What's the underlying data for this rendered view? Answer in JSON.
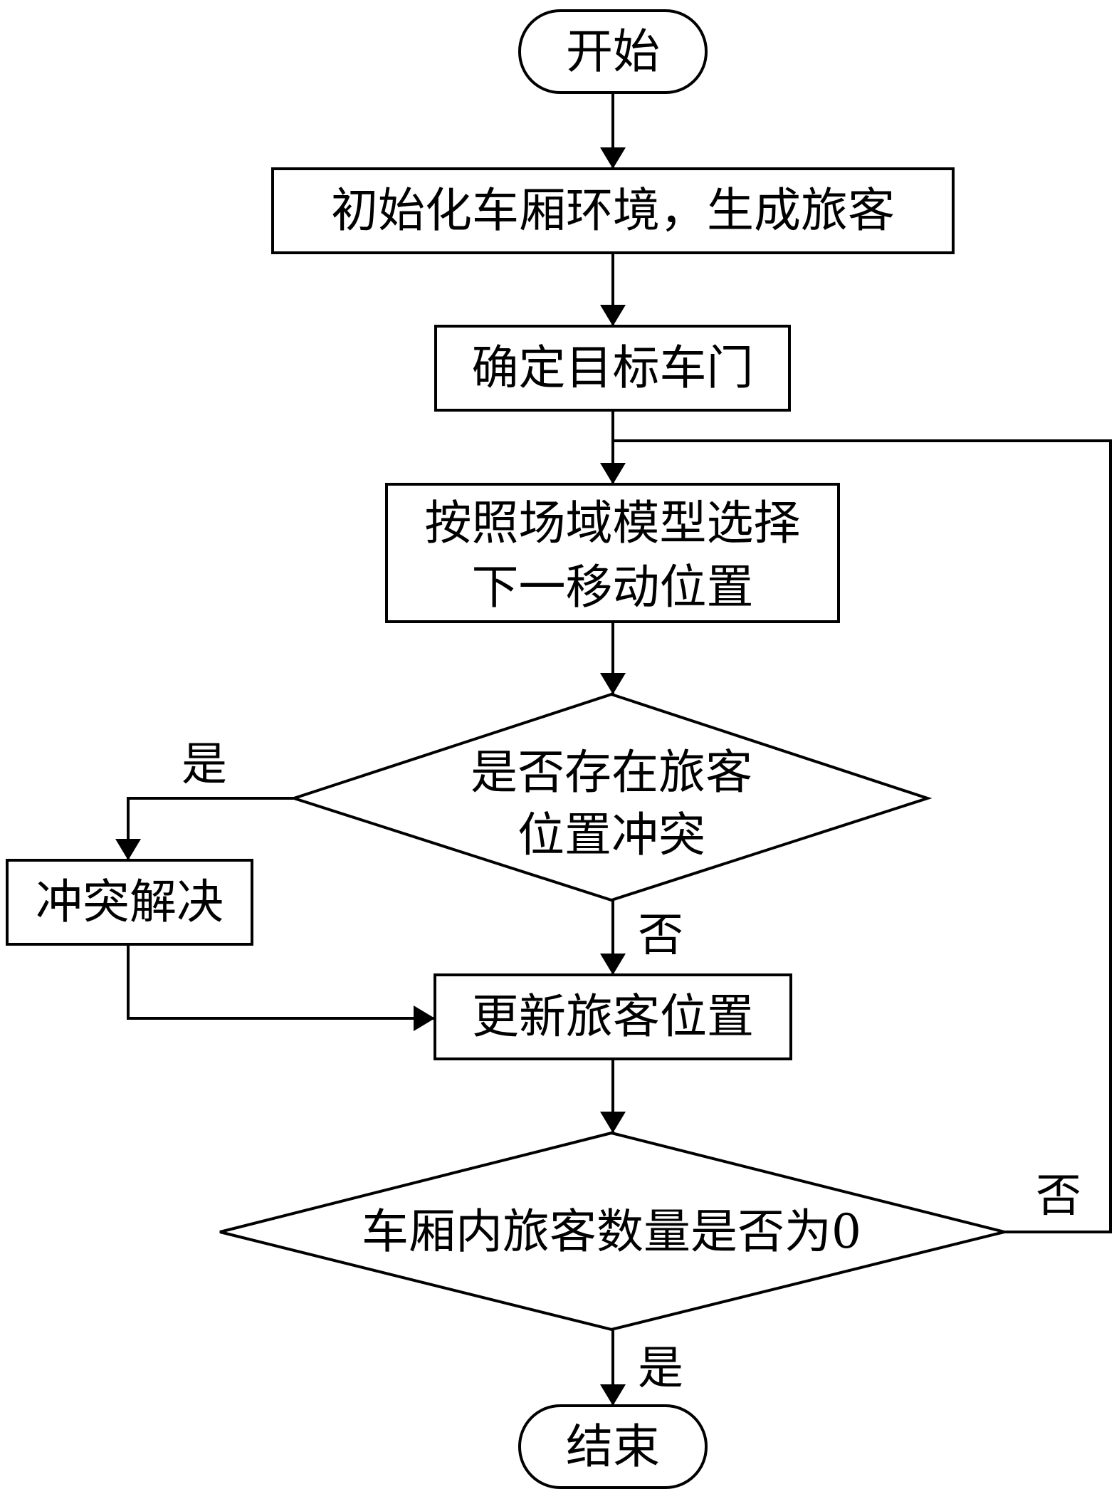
{
  "nodes": {
    "start": "开始",
    "init": "初始化车厢环境，生成旅客",
    "target_door": "确定目标车门",
    "select_move_line1": "按照场域模型选择",
    "select_move_line2": "下一移动位置",
    "conflict_check_line1": "是否存在旅客",
    "conflict_check_line2": "位置冲突",
    "resolve": "冲突解决",
    "update": "更新旅客位置",
    "count_check": "车厢内旅客数量是否为0",
    "end": "结束"
  },
  "edges": {
    "conflict_yes": "是",
    "conflict_no": "否",
    "count_no": "否",
    "count_yes": "是"
  }
}
